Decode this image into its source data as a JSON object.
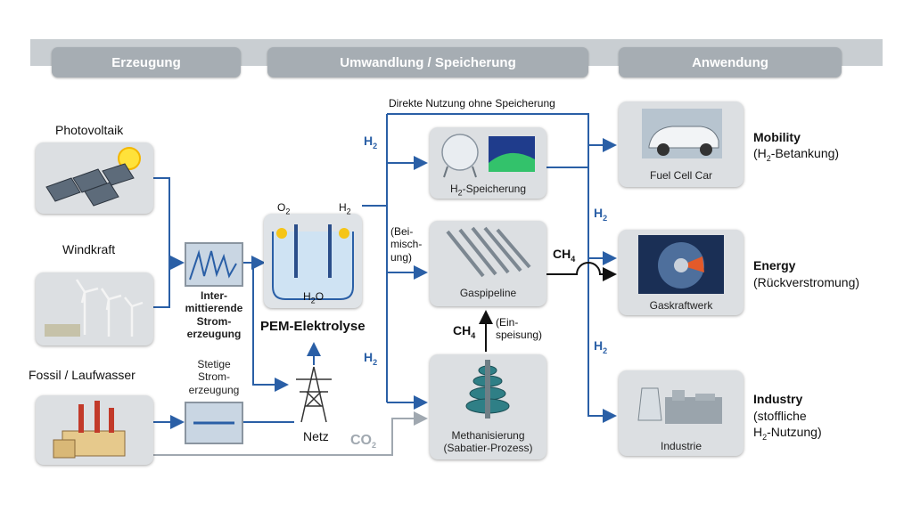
{
  "phases": {
    "erzeugung": "Erzeugung",
    "umwandlung": "Umwandlung / Speicherung",
    "anwendung": "Anwendung"
  },
  "sources": {
    "photovoltaik": "Photovoltaik",
    "windkraft": "Windkraft",
    "fossil": "Fossil / Laufwasser"
  },
  "intermittent": "Inter-\nmittierende\nStrom-\nerzeugung",
  "steady": "Stetige\nStrom-\nerzeugung",
  "electrolysis": {
    "title": "PEM-Elektrolyse",
    "o2": "O",
    "h2": "H",
    "water": "H",
    "water_suffix": "O"
  },
  "netz": "Netz",
  "co2": {
    "base": "CO",
    "sub": "2"
  },
  "direct_use": "Direkte Nutzung ohne Speicherung",
  "h2_label": {
    "base": "H",
    "sub": "2"
  },
  "ch4_label": {
    "base": "CH",
    "sub": "4"
  },
  "beimischung": "(Bei-\nmisch-\nung)",
  "einspeisung": "(Ein-\nspeisung)",
  "storage": {
    "h2_speicherung": {
      "base": "H",
      "sub": "2",
      "rest": "-Speicherung"
    },
    "gaspipeline": "Gaspipeline",
    "methanisierung": "Methanisierung\n(Sabatier-Prozess)"
  },
  "applications": {
    "fuel_cell": "Fuel Cell Car",
    "gaskraftwerk": "Gaskraftwerk",
    "industrie": "Industrie",
    "mobility": {
      "title": "Mobility",
      "sub_pre": "(H",
      "sub_sub": "2",
      "sub_post": "-Betankung)"
    },
    "energy": {
      "title": "Energy",
      "sub": "(Rückverstromung)"
    },
    "industry": {
      "title": "Industry",
      "sub_line1": "(stoffliche",
      "sub_pre": "H",
      "sub_sub": "2",
      "sub_post": "-Nutzung)"
    }
  },
  "colors": {
    "flow": "#2a5fa6",
    "co2": "#a0a8b0",
    "ch4": "#111111",
    "node": "#dcdfe2",
    "phase": "#a6adb3"
  }
}
